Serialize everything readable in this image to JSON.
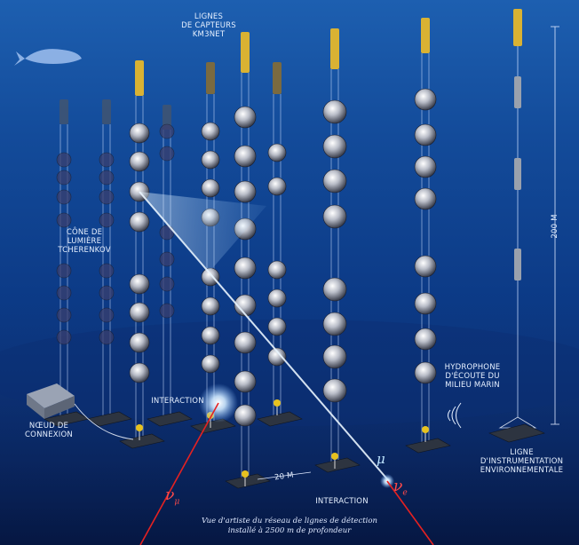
{
  "labels": {
    "sensor_lines": [
      "LIGNES",
      "DE CAPTEURS",
      "KM3NeT"
    ],
    "cherenkov_cone": [
      "CÔNE DE",
      "LUMIÈRE",
      "TCHERENKOV"
    ],
    "interaction_upper": "INTERACTION",
    "interaction_lower": "INTERACTION",
    "connection_node": [
      "NŒUD DE",
      "CONNEXION"
    ],
    "hydrophone": [
      "HYDROPHONE",
      "D'ÉCOUTE DU",
      "MILIEU MARIN"
    ],
    "instrumentation_line": [
      "LIGNE",
      "D'INSTRUMENTATION",
      "ENVIRONNEMENTALE"
    ],
    "distance_20m": "20 m",
    "height_200m": "200 m",
    "muon_symbol": "μ",
    "neutrino_mu": "ν",
    "neutrino_mu_sub": "μ",
    "neutrino_e": "ν",
    "neutrino_e_sub": "e"
  },
  "caption": [
    "Vue d'artiste du réseau de lignes de détection",
    "installé à 2500 m de profondeur"
  ],
  "colors": {
    "water_top": "#1d5fb0",
    "water_bottom": "#081f55",
    "buoy": "#d9b233",
    "module": "#c9ccd6",
    "laser": "#e52121",
    "cone": "#bde3ff"
  }
}
